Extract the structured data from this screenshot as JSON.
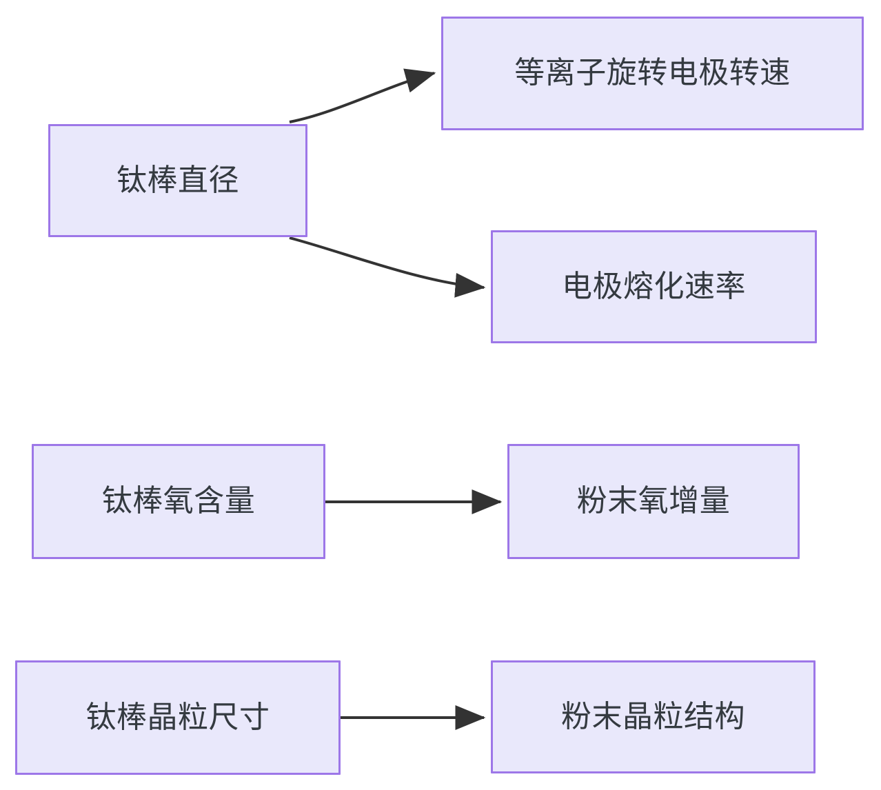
{
  "diagram": {
    "type": "flowchart",
    "direction": "left-to-right",
    "background_color": "#ffffff",
    "node_fill_color": "#e9e8fb",
    "node_border_color": "#9d77e8",
    "node_text_color": "#343a40",
    "edge_color": "#333333",
    "nodes": [
      {
        "id": "bar-diameter",
        "label": "钛棒直径"
      },
      {
        "id": "plasma-speed",
        "label": "等离子旋转电极转速"
      },
      {
        "id": "melt-rate",
        "label": "电极熔化速率"
      },
      {
        "id": "bar-oxygen",
        "label": "钛棒氧含量"
      },
      {
        "id": "powder-oxygen",
        "label": "粉末氧增量"
      },
      {
        "id": "bar-grain",
        "label": "钛棒晶粒尺寸"
      },
      {
        "id": "powder-grain",
        "label": "粉末晶粒结构"
      }
    ],
    "edges": [
      {
        "id": "edge-diameter-to-speed",
        "from": "bar-diameter",
        "to": "plasma-speed",
        "style": "curved",
        "arrow": "single"
      },
      {
        "id": "edge-diameter-to-melt",
        "from": "bar-diameter",
        "to": "melt-rate",
        "style": "curved",
        "arrow": "single"
      },
      {
        "id": "edge-oxygen-to-powder",
        "from": "bar-oxygen",
        "to": "powder-oxygen",
        "style": "straight",
        "arrow": "single"
      },
      {
        "id": "edge-grain-to-powder",
        "from": "bar-grain",
        "to": "powder-grain",
        "style": "straight",
        "arrow": "single"
      }
    ]
  }
}
